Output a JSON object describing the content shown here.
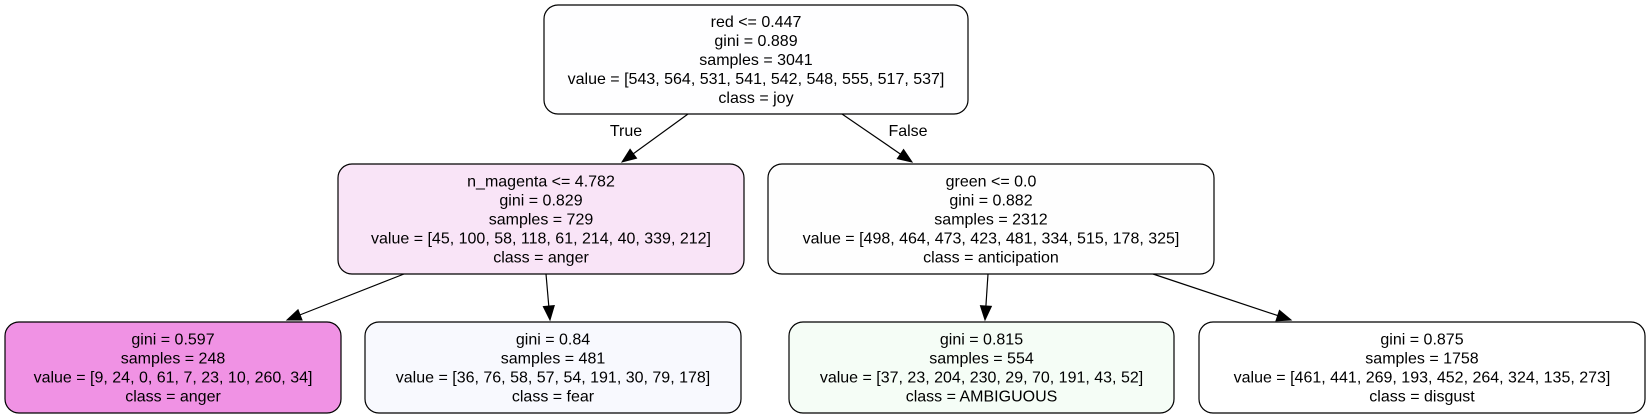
{
  "tree": {
    "nodes": [
      {
        "id": "root",
        "fill": "#fefeff",
        "lines": [
          "red <= 0.447",
          "gini = 0.889",
          "samples = 3041",
          "value = [543, 564, 531, 541, 542, 548, 555, 517, 537]",
          "class = joy"
        ]
      },
      {
        "id": "left",
        "fill": "#f9e4f7",
        "lines": [
          "n_magenta <= 4.782",
          "gini = 0.829",
          "samples = 729",
          "value = [45, 100, 58, 118, 61, 214, 40, 339, 212]",
          "class = anger"
        ]
      },
      {
        "id": "right",
        "fill": "#fefefe",
        "lines": [
          "green <= 0.0",
          "gini = 0.882",
          "samples = 2312",
          "value = [498, 464, 473, 423, 481, 334, 515, 178, 325]",
          "class = anticipation"
        ]
      },
      {
        "id": "leaf-anger",
        "fill": "#f092e4",
        "lines": [
          "gini = 0.597",
          "samples = 248",
          "value = [9, 24, 0, 61, 7, 23, 10, 260, 34]",
          "class = anger"
        ]
      },
      {
        "id": "leaf-fear",
        "fill": "#f8f9fe",
        "lines": [
          "gini = 0.84",
          "samples = 481",
          "value = [36, 76, 58, 57, 54, 191, 30, 79, 178]",
          "class = fear"
        ]
      },
      {
        "id": "leaf-ambiguous",
        "fill": "#f5fdf6",
        "lines": [
          "gini = 0.815",
          "samples = 554",
          "value = [37, 23, 204, 230, 29, 70, 191, 43, 52]",
          "class = AMBIGUOUS"
        ]
      },
      {
        "id": "leaf-disgust",
        "fill": "#ffffff",
        "lines": [
          "gini = 0.875",
          "samples = 1758",
          "value = [461, 441, 269, 193, 452, 264, 324, 135, 273]",
          "class = disgust"
        ]
      }
    ],
    "edges": [
      {
        "from": "root",
        "to": "left",
        "label": "True"
      },
      {
        "from": "root",
        "to": "right",
        "label": "False"
      },
      {
        "from": "left",
        "to": "leaf-anger",
        "label": ""
      },
      {
        "from": "left",
        "to": "leaf-fear",
        "label": ""
      },
      {
        "from": "right",
        "to": "leaf-ambiguous",
        "label": ""
      },
      {
        "from": "right",
        "to": "leaf-disgust",
        "label": ""
      }
    ]
  }
}
